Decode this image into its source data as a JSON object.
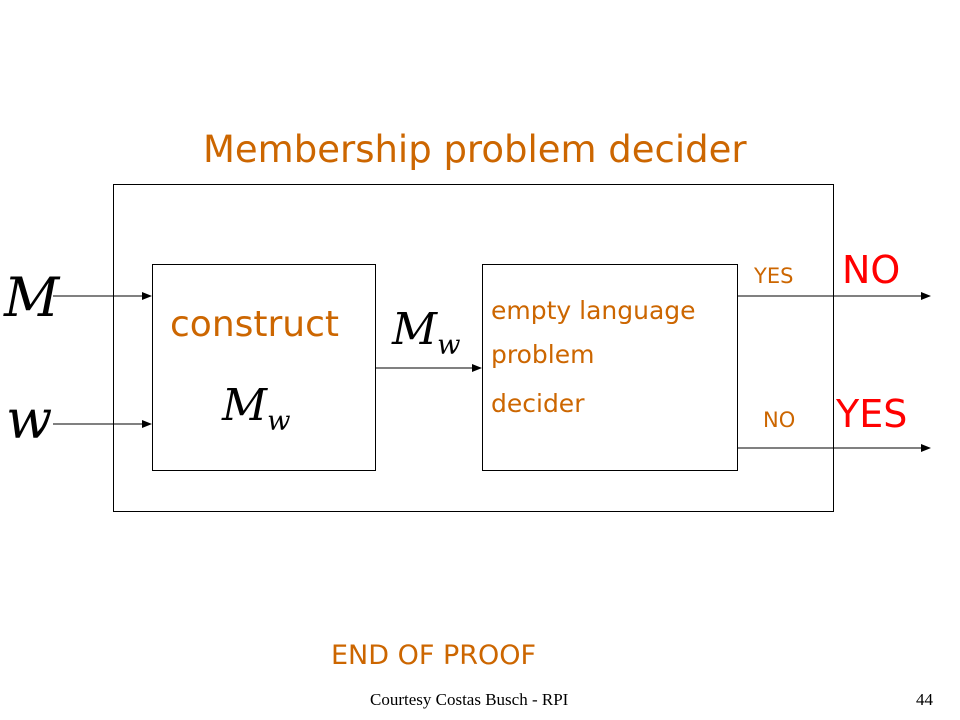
{
  "title": "Membership problem decider",
  "inputs": {
    "machine_symbol": "M",
    "string_symbol": "w"
  },
  "construct_box": {
    "label": "construct",
    "output_symbol": "M",
    "output_subscript": "w"
  },
  "connector_label": {
    "symbol": "M",
    "subscript": "w"
  },
  "empty_decider_box": {
    "lines": [
      "empty language",
      "problem",
      "decider"
    ]
  },
  "outputs": {
    "top_branch_label": "YES",
    "top_result": "NO",
    "bottom_branch_label": "NO",
    "bottom_result": "YES"
  },
  "end_text": "END OF PROOF",
  "footer": {
    "credit": "Courtesy Costas Busch - RPI",
    "page_number": "44"
  },
  "colors": {
    "orange": "#cc6600",
    "red": "#ff0000",
    "line": "#000000"
  }
}
